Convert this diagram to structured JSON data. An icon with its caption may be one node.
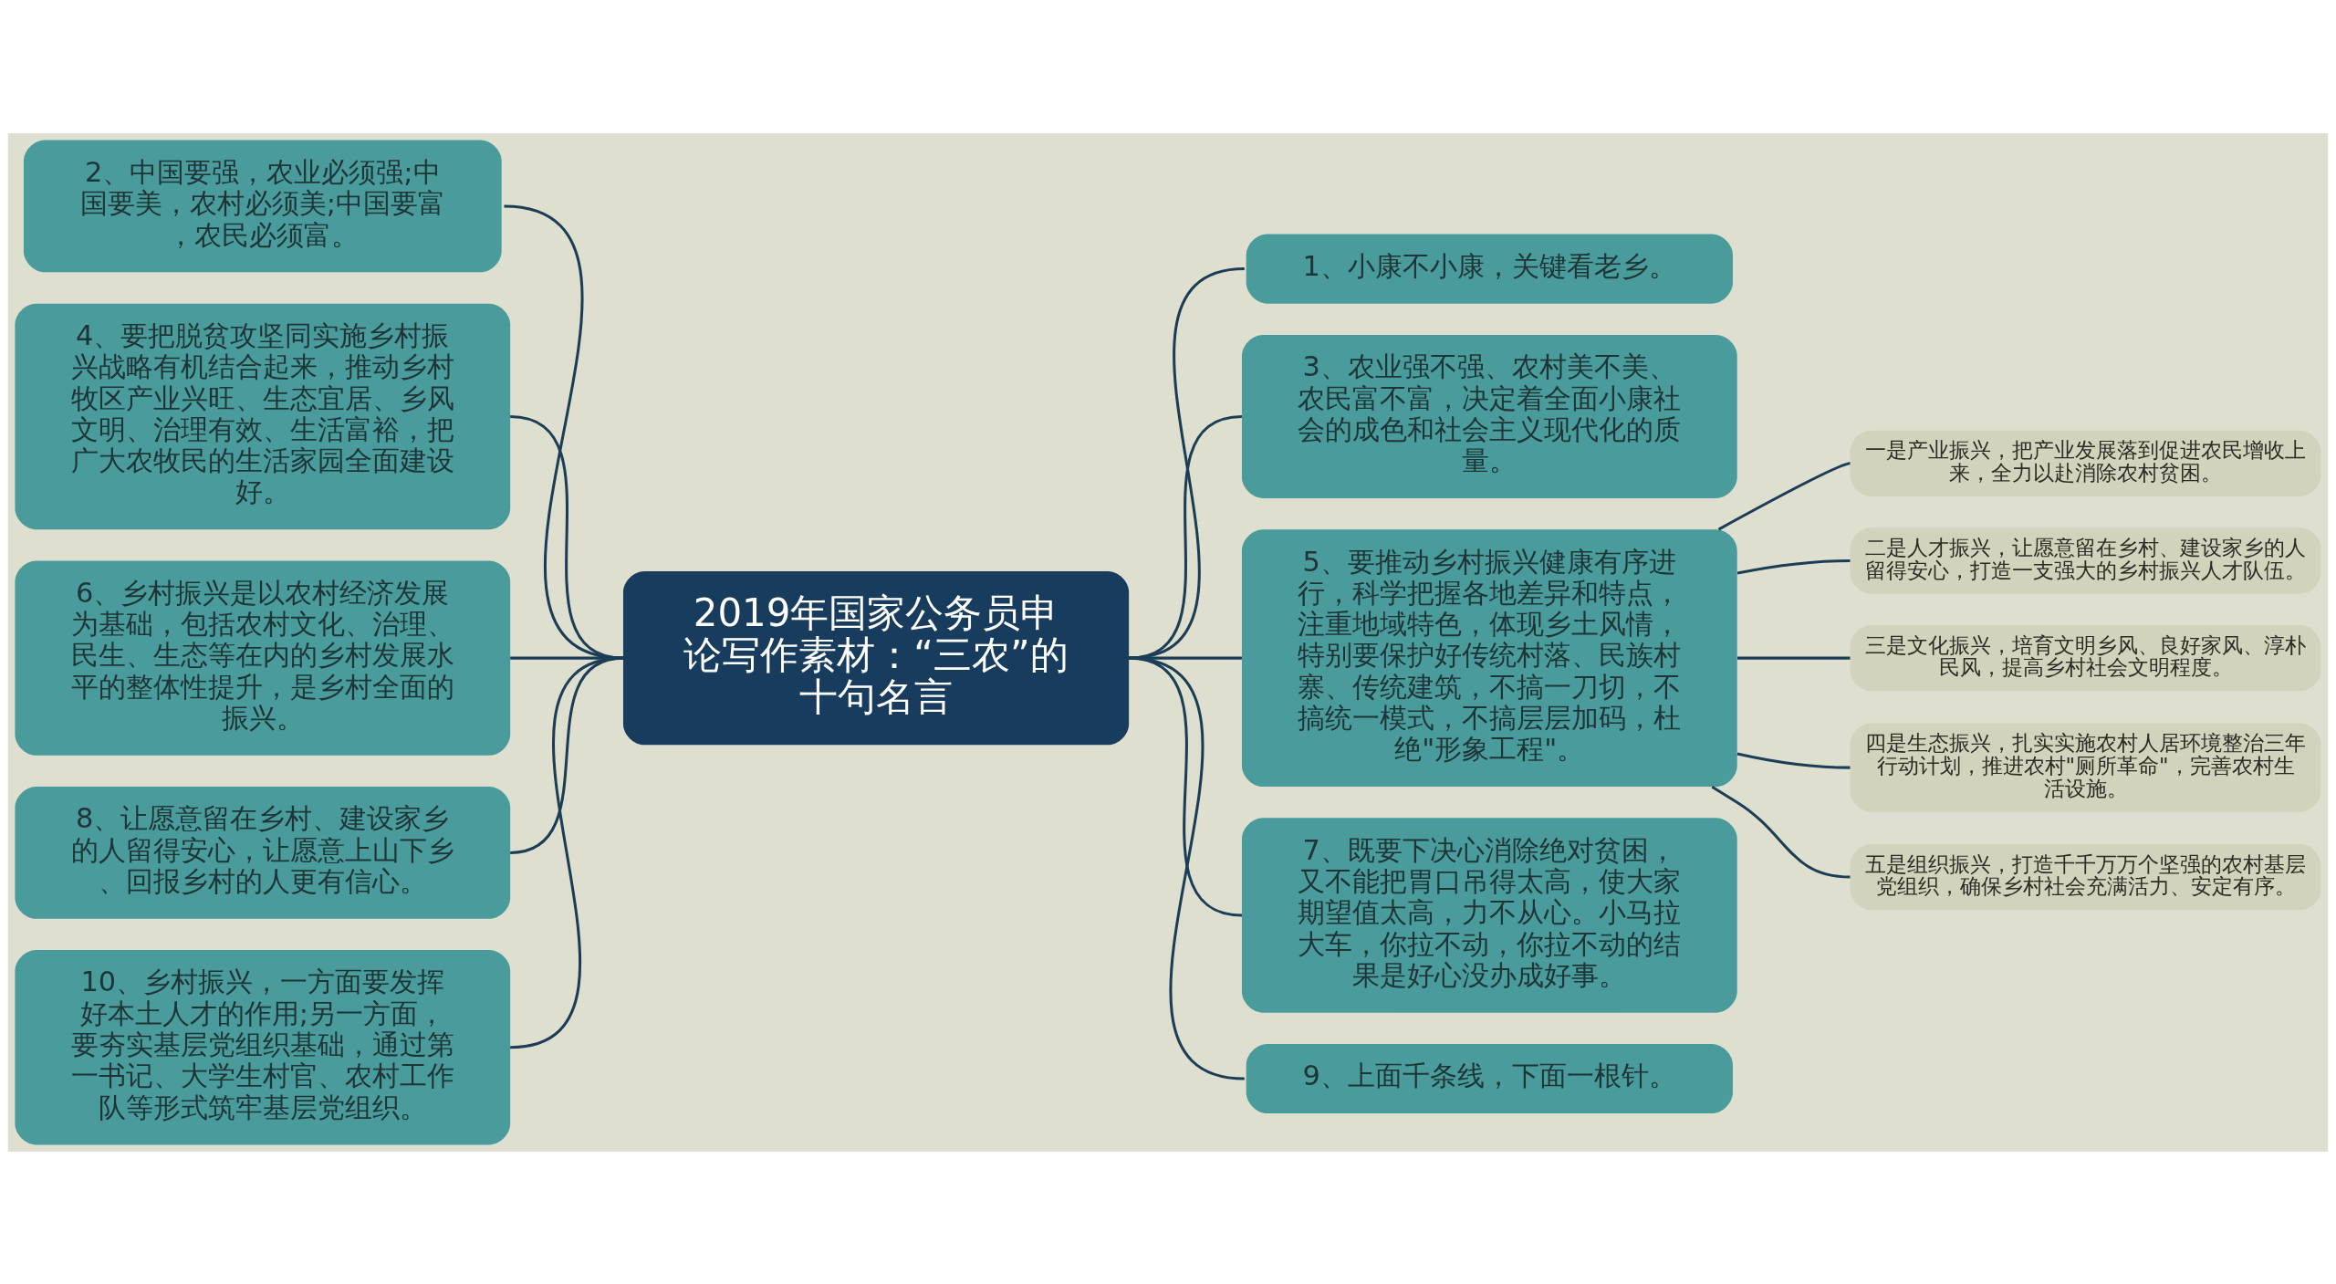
{
  "diagram": {
    "nodes": [
      {
        "text": [
          "2019年国家公务员申论写作素材：“三农”的十句名言"
        ]
      },
      {
        "text": [
          "1、小康不小康，关键看老乡。"
        ]
      },
      {
        "text": [
          "2、中国要强，农业必须强;中国要美，农村必须美;中国要富，农民必须富。"
        ]
      },
      {
        "text": [
          "3、农业强不强、农村美不美、农民富不富，决定着全面小康社会的成色和社会主义现代化的质量。"
        ]
      },
      {
        "text": [
          "4、要把脱贫攻坚同实施乡村振兴战略有机结合起来，推动乡村牧区产业兴旺、生态宜居、乡风文明、治理有效、生活富裕，把广大农牧民的生活家园全面建设好。"
        ]
      },
      {
        "text": [
          "5、要推动乡村振兴健康有序进行，科学把握各地差异和特点，注重地域特色，体现乡土风情，特别要保护好传统村落、民族村寨、传统建筑，不搞一刀切，不搞统一模式，不搞层层加码，杜绝\"形象工程\"。"
        ]
      },
      {
        "text": [
          "6、乡村振兴是以农村经济发展为基础，包括农村文化、治理、民生、生态等在内的乡村发展水平的整体性提升，是乡村全面的振兴。"
        ]
      },
      {
        "text": [
          "7、既要下决心消除绝对贫困，又不能把胃口吊得太高，使大家期望值太高，力不从心。小马拉大车，你拉不动，你拉不动的结果是好心没办成好事。"
        ]
      },
      {
        "text": [
          "8、让愿意留在乡村、建设家乡的人留得安心，让愿意上山下乡、回报乡村的人更有信心。"
        ]
      },
      {
        "text": [
          "9、上面千条线，下面一根针。"
        ]
      },
      {
        "text": [
          "10、乡村振兴，一方面要发挥好本土人才的作用;另一方面，要夯实基层党组织基础，通过第一书记、大学生村官、农村工作队等形式筑牢基层党组织。"
        ]
      },
      {
        "text": [
          "一是产业振兴，把产业发展落到促进农民增收上来，全力以赴消除农村贫困。"
        ]
      },
      {
        "text": [
          "二是人才振兴，让愿意留在乡村、建设家乡的人留得安心，打造一支强大的乡村振兴人才队伍。"
        ]
      },
      {
        "text": [
          "三是文化振兴，培育文明乡风、良好家风、淳朴民风，提高乡村社会文明程度。"
        ]
      },
      {
        "text": [
          "四是生态振兴，扎实实施农村人居环境整治三年行动计划，推进农村\"厕所革命\"，完善农村生活设施。"
        ]
      },
      {
        "text": [
          "五是组织振兴，打造千千万万个坚强的农村基层党组织，确保乡村社会充满活力、安定有序。"
        ]
      }
    ],
    "edges": [
      {
        "from": 0,
        "to": 1,
        "arrow": "none"
      },
      {
        "from": 0,
        "to": 2,
        "arrow": "none"
      },
      {
        "from": 0,
        "to": 3,
        "arrow": "none"
      },
      {
        "from": 0,
        "to": 4,
        "arrow": "none"
      },
      {
        "from": 0,
        "to": 5,
        "arrow": "none"
      },
      {
        "from": 0,
        "to": 6,
        "arrow": "none"
      },
      {
        "from": 0,
        "to": 7,
        "arrow": "none"
      },
      {
        "from": 0,
        "to": 8,
        "arrow": "none"
      },
      {
        "from": 0,
        "to": 9,
        "arrow": "none"
      },
      {
        "from": 0,
        "to": 10,
        "arrow": "none"
      },
      {
        "from": 5,
        "to": 11,
        "arrow": "none"
      },
      {
        "from": 5,
        "to": 12,
        "arrow": "none"
      },
      {
        "from": 5,
        "to": 13,
        "arrow": "none"
      },
      {
        "from": 5,
        "to": 14,
        "arrow": "none"
      },
      {
        "from": 5,
        "to": 15,
        "arrow": "none"
      }
    ]
  }
}
